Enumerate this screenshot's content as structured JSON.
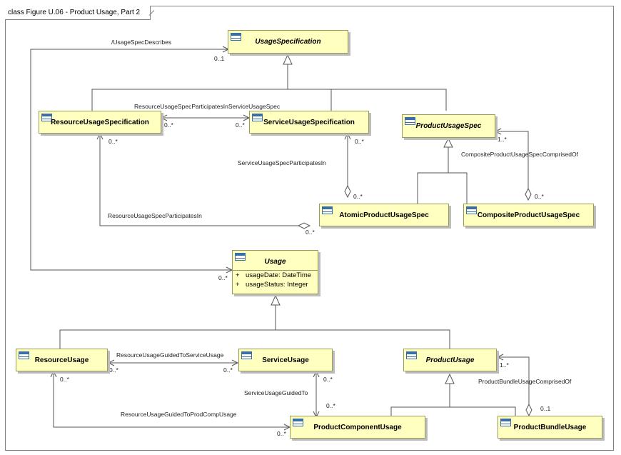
{
  "frame": {
    "title": "class Figure U.06 - Product Usage, Part 2"
  },
  "classes": {
    "usage_specification": {
      "name": "UsageSpecification",
      "abstract": true
    },
    "resource_usage_specification": {
      "name": "ResourceUsageSpecification",
      "abstract": false
    },
    "service_usage_specification": {
      "name": "ServiceUsageSpecification",
      "abstract": false
    },
    "product_usage_spec": {
      "name": "ProductUsageSpec",
      "abstract": true
    },
    "atomic_product_usage_spec": {
      "name": "AtomicProductUsageSpec",
      "abstract": false
    },
    "composite_product_usage_spec": {
      "name": "CompositeProductUsageSpec",
      "abstract": false
    },
    "usage": {
      "name": "Usage",
      "abstract": true,
      "attributes": [
        {
          "visibility": "+",
          "text": "usageDate: DateTime"
        },
        {
          "visibility": "+",
          "text": "usageStatus: Integer"
        }
      ]
    },
    "resource_usage": {
      "name": "ResourceUsage",
      "abstract": false
    },
    "service_usage": {
      "name": "ServiceUsage",
      "abstract": false
    },
    "product_usage": {
      "name": "ProductUsage",
      "abstract": true
    },
    "product_component_usage": {
      "name": "ProductComponentUsage",
      "abstract": false
    },
    "product_bundle_usage": {
      "name": "ProductBundleUsage",
      "abstract": false
    }
  },
  "associations": {
    "usage_spec_describes": "/UsageSpecDescribes",
    "resource_usage_spec_participates_in_service_usage_spec": "ResourceUsageSpecParticipatesInServiceUsageSpec",
    "service_usage_spec_participates_in": "ServiceUsageSpecParticipatesIn",
    "resource_usage_spec_participates_in": "ResourceUsageSpecParticipatesIn",
    "composite_product_usage_spec_comprised_of": "CompositeProductUsageSpecComprisedOf",
    "resource_usage_guided_to_service_usage": "ResourceUsageGuidedToServiceUsage",
    "service_usage_guided_to": "ServiceUsageGuidedTo",
    "resource_usage_guided_to_prod_comp_usage": "ResourceUsageGuidedToProdCompUsage",
    "product_bundle_usage_comprised_of": "ProductBundleUsageComprisedOf"
  },
  "multiplicities": {
    "usage_spec_describes": "0..1",
    "usage_end": "0..*",
    "rus_to_sus_left": "0..*",
    "rus_to_sus_right": "0..*",
    "rus_bottom": "0..*",
    "sus_bottom": "0..*",
    "apus_top": "0..*",
    "apus_left": "0..*",
    "pus_comp_top": "1..*",
    "cpus_top": "0..*",
    "ru_to_su_left": "0..*",
    "ru_to_su_right": "0..*",
    "ru_bottom": "0..*",
    "su_bottom": "0..*",
    "pcu_top": "0..*",
    "pcu_left": "0..*",
    "pu_bundle": "1..*",
    "pbu_top": "0..1"
  }
}
